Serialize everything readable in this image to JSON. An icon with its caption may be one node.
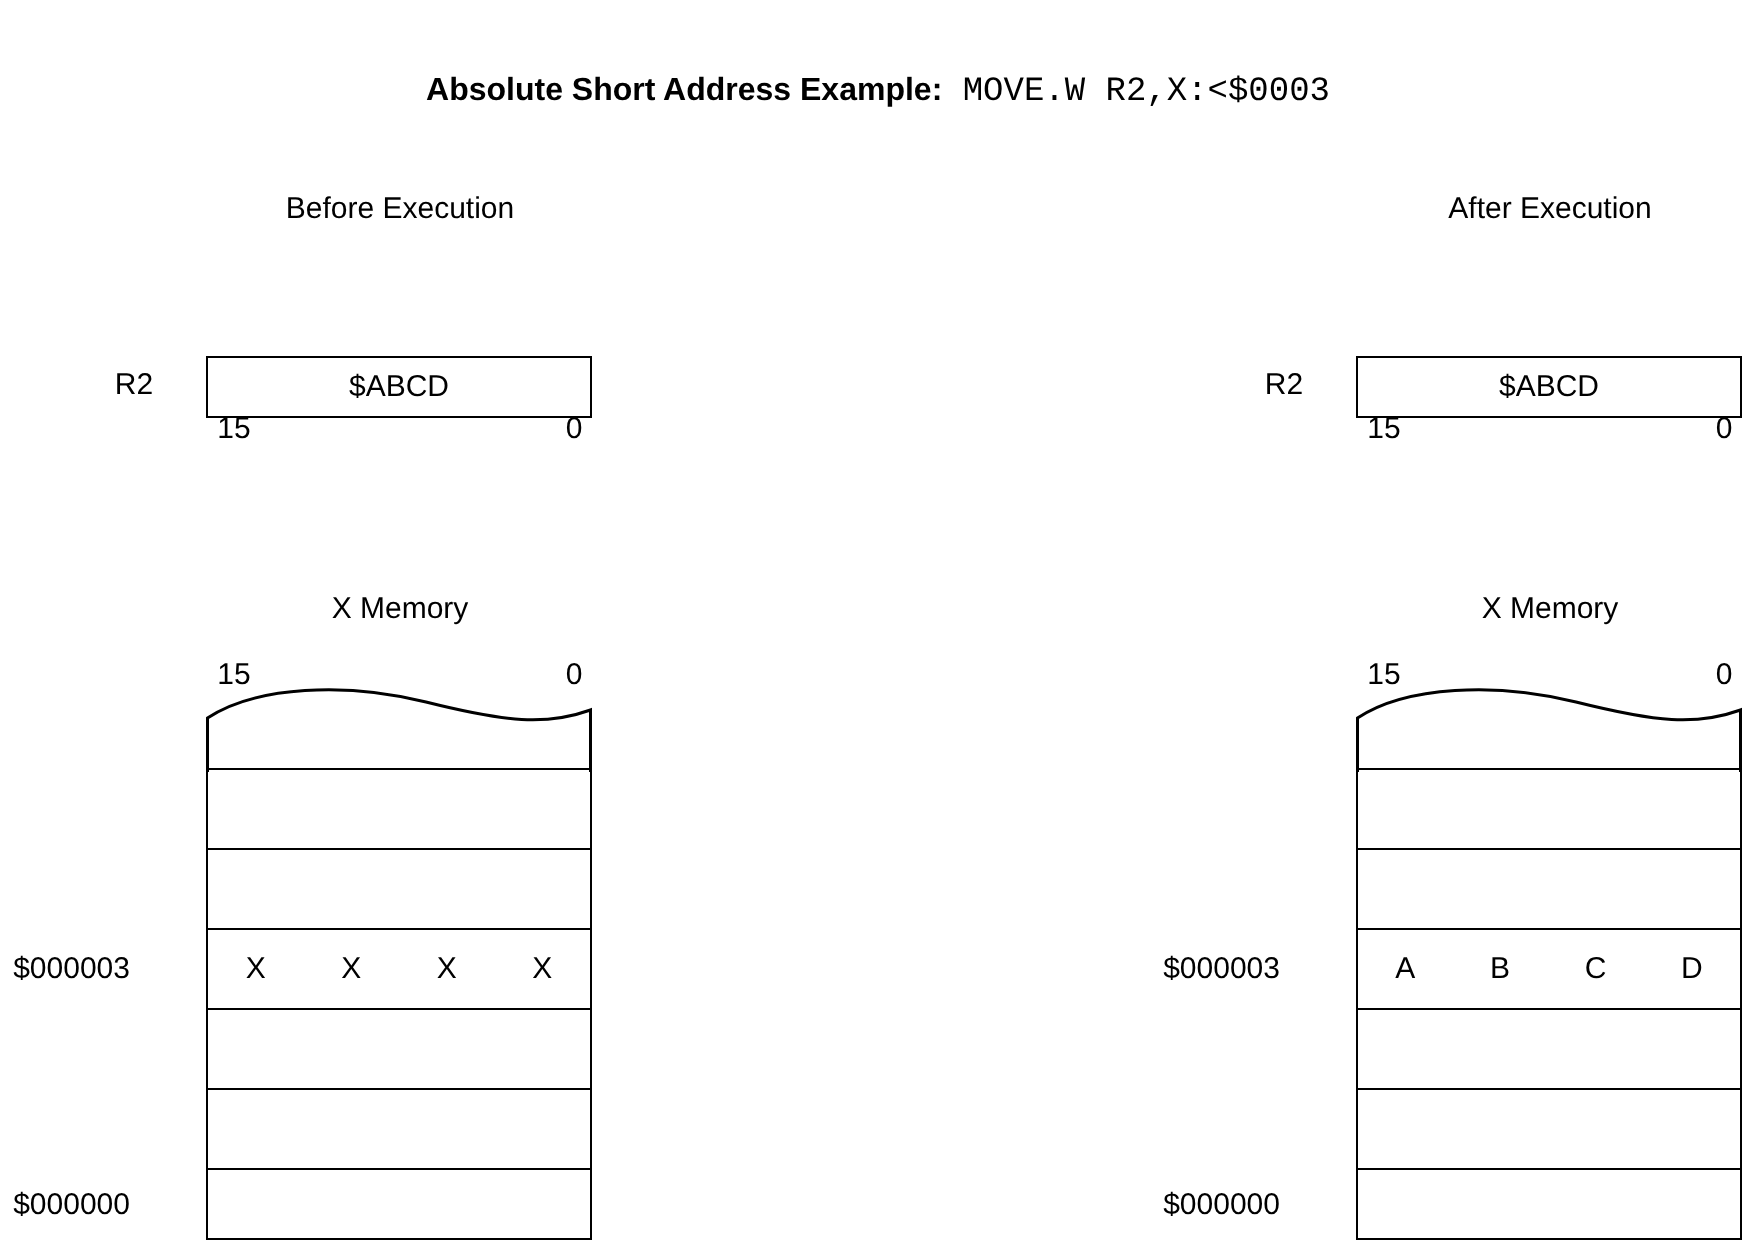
{
  "diagram": {
    "title": "**Absolute Short Address Example:** MOVE.W R2,X:<$0003",
    "nodes": [
      {
        "text": [
          "$ABCD"
        ]
      },
      {
        "text": [
          "$ABCD"
        ]
      },
      {
        "text": [],
        "shape": "wave"
      },
      {
        "text": [],
        "shape": "wave"
      },
      {
        "text": [],
        "shape": "box"
      },
      {
        "text": [],
        "shape": "box"
      },
      {
        "text": [],
        "shape": "box"
      },
      {
        "text": [],
        "shape": "box"
      },
      {
        "text": [
          "X",
          "X",
          "X",
          "X"
        ]
      },
      {
        "text": [
          "A",
          "B",
          "C",
          "D"
        ]
      },
      {
        "text": [],
        "shape": "box"
      },
      {
        "text": [],
        "shape": "box"
      },
      {
        "text": [],
        "shape": "box"
      },
      {
        "text": [],
        "shape": "box"
      },
      {
        "text": [],
        "shape": "box"
      },
      {
        "text": [],
        "shape": "box"
      }
    ],
    "edges": [],
    "labels": [
      "Before Execution",
      "After Execution",
      "R2",
      "R2",
      "15",
      "0",
      "15",
      "0",
      "X Memory",
      "X Memory",
      "15",
      "0",
      "15",
      "0",
      "$000003",
      "$000003",
      "$000000",
      "$000000"
    ]
  }
}
